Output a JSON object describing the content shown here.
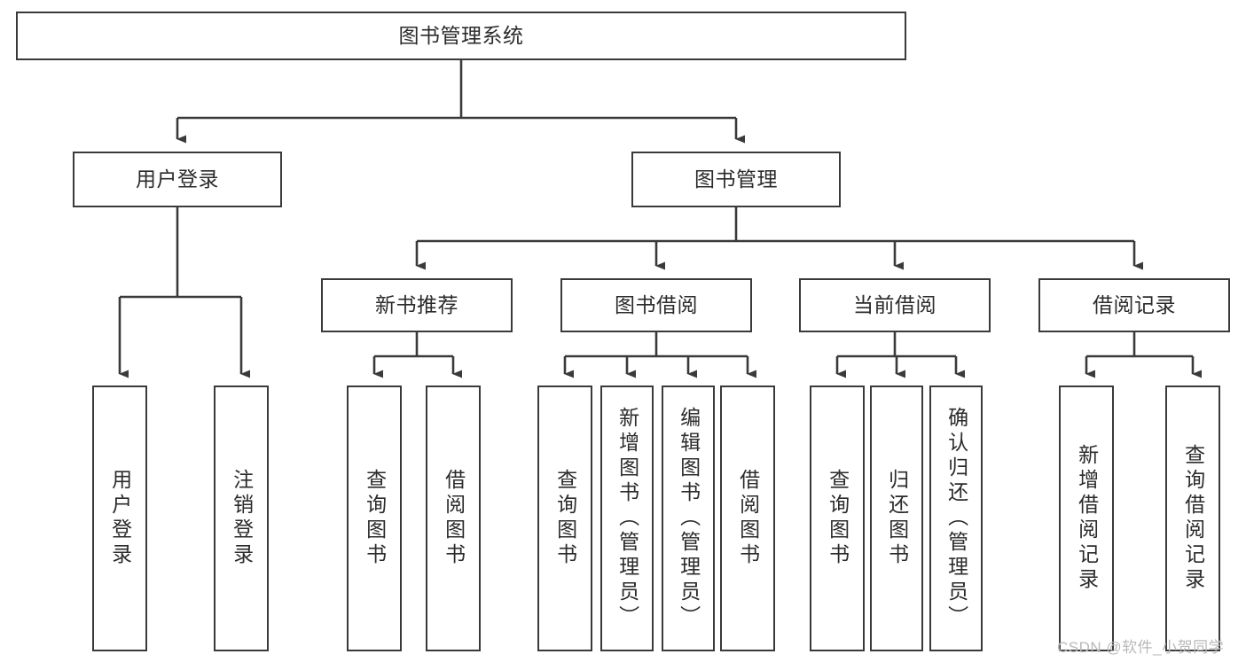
{
  "diagram": {
    "title": "图书管理系统",
    "type": "tree-structure-chart",
    "watermark": "CSDN @软件_小贺同学",
    "accent_color": "#3a3a3a",
    "background_color": "#ffffff",
    "nodes": {
      "root": {
        "label": "图书管理系统"
      },
      "level2": [
        {
          "id": "user-login",
          "label": "用户登录"
        },
        {
          "id": "book-management",
          "label": "图书管理"
        }
      ],
      "level3": [
        {
          "id": "new-book-recommend",
          "label": "新书推荐"
        },
        {
          "id": "book-borrow",
          "label": "图书借阅"
        },
        {
          "id": "current-borrow",
          "label": "当前借阅"
        },
        {
          "id": "borrow-record",
          "label": "借阅记录"
        }
      ],
      "leaves": [
        {
          "id": "leaf-user-login",
          "label": "用户登录",
          "parent": "user-login"
        },
        {
          "id": "leaf-logout-login",
          "label": "注销登录",
          "parent": "user-login"
        },
        {
          "id": "leaf-query-book-1",
          "label": "查询图书",
          "parent": "new-book-recommend"
        },
        {
          "id": "leaf-borrow-book-1",
          "label": "借阅图书",
          "parent": "new-book-recommend"
        },
        {
          "id": "leaf-query-book-2",
          "label": "查询图书",
          "parent": "book-borrow"
        },
        {
          "id": "leaf-add-book",
          "label": "新增图书（管理员）",
          "parent": "book-borrow"
        },
        {
          "id": "leaf-edit-book",
          "label": "编辑图书（管理员）",
          "parent": "book-borrow"
        },
        {
          "id": "leaf-borrow-book-2",
          "label": "借阅图书",
          "parent": "book-borrow"
        },
        {
          "id": "leaf-query-book-3",
          "label": "查询图书",
          "parent": "current-borrow"
        },
        {
          "id": "leaf-return-book",
          "label": "归还图书",
          "parent": "current-borrow"
        },
        {
          "id": "leaf-confirm-return",
          "label": "确认归还（管理员）",
          "parent": "current-borrow"
        },
        {
          "id": "leaf-add-record",
          "label": "新增借阅记录",
          "parent": "borrow-record"
        },
        {
          "id": "leaf-query-record",
          "label": "查询借阅记录",
          "parent": "borrow-record"
        }
      ]
    }
  }
}
